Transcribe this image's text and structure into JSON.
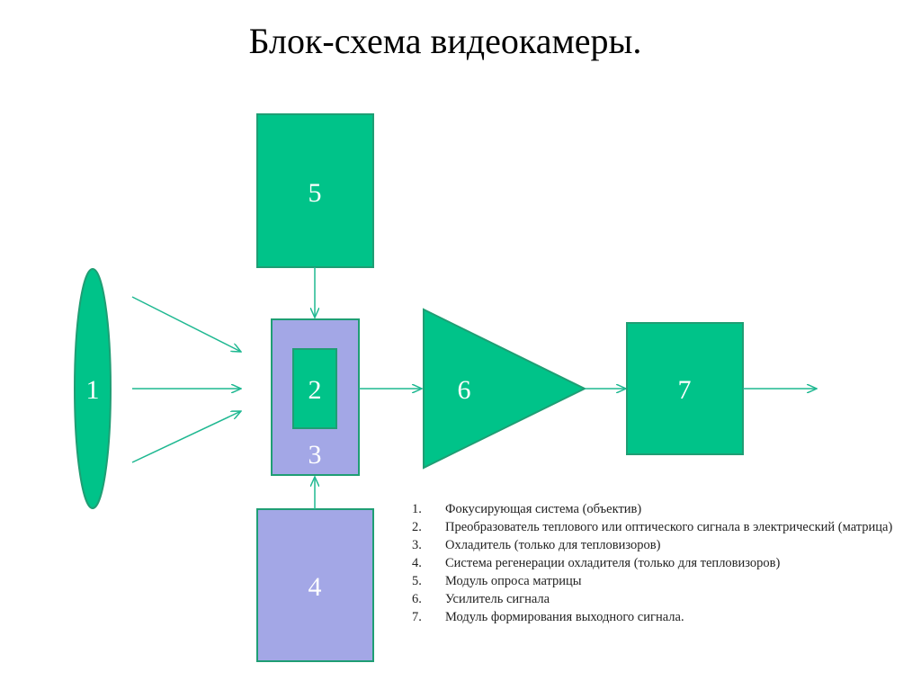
{
  "title": "Блок-схема видеокамеры.",
  "colors": {
    "green_fill": "#00c389",
    "green_stroke": "#1f9e74",
    "purple_fill": "#a3a7e6",
    "purple_stroke": "#1f9e74",
    "arrow": "#1fb891"
  },
  "blocks": {
    "b1": "1",
    "b2": "2",
    "b3": "3",
    "b4": "4",
    "b5": "5",
    "b6": "6",
    "b7": "7"
  },
  "legend": [
    {
      "num": "1.",
      "text": "Фокусирующая система (объектив)"
    },
    {
      "num": "2.",
      "text": "Преобразователь теплового или оптического сигнала в электрический (матрица)"
    },
    {
      "num": "3.",
      "text": "Охладитель (только для тепловизоров)"
    },
    {
      "num": "4.",
      "text": "Система регенерации охладителя (только для тепловизоров)"
    },
    {
      "num": "5.",
      "text": "Модуль опроса матрицы"
    },
    {
      "num": "6.",
      "text": "Усилитель сигнала"
    },
    {
      "num": "7.",
      "text": "Модуль формирования выходного сигнала."
    }
  ]
}
